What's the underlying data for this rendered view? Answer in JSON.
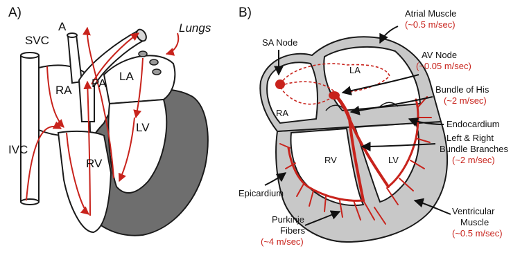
{
  "colors": {
    "conduction_red": "#c8231c",
    "dark_muscle_gray": "#6e6e6e",
    "light_tissue_gray": "#c8c8c8",
    "outline": "#1a1a1a"
  },
  "panel_a": {
    "panel_label": "A)",
    "labels": {
      "aorta": "A",
      "svc": "SVC",
      "ivc": "IVC",
      "ra": "RA",
      "rv": "RV",
      "pa": "PA",
      "la": "LA",
      "lv": "LV",
      "lungs": "Lungs"
    }
  },
  "panel_b": {
    "panel_label": "B)",
    "chambers": {
      "la": "LA",
      "ra": "RA",
      "rv": "RV",
      "lv": "LV"
    },
    "callouts": {
      "sa_node": {
        "name": "SA Node"
      },
      "atrial_muscle": {
        "name": "Atrial Muscle",
        "speed": "(~0.5 m/sec)"
      },
      "av_node": {
        "name": "AV Node",
        "speed": "(~0.05 m/sec)"
      },
      "bundle_of_his": {
        "name": "Bundle of His",
        "speed": "(~2 m/sec)"
      },
      "endocardium": {
        "name": "Endocardium"
      },
      "bundle_branches": {
        "name_line1": "Left & Right",
        "name_line2": "Bundle Branches",
        "speed": "(~2 m/sec)"
      },
      "epicardium": {
        "name": "Epicardium"
      },
      "purkinje": {
        "name_line1": "Purkinje",
        "name_line2": "Fibers",
        "speed": "(~4 m/sec)"
      },
      "ventricular_muscle": {
        "name_line1": "Ventricular",
        "name_line2": "Muscle",
        "speed": "(~0.5 m/sec)"
      }
    }
  }
}
